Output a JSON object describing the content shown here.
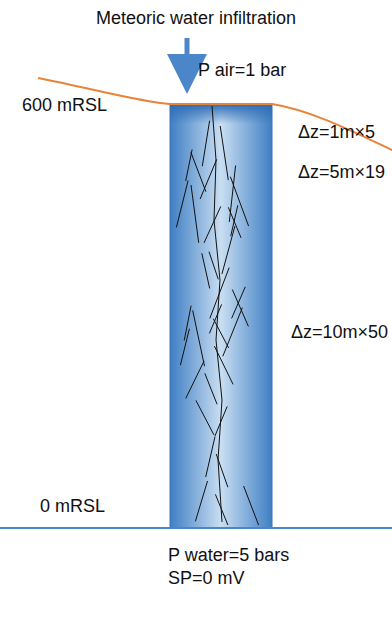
{
  "diagram": {
    "labels": [
      "Meteoric water infiltration",
      "P air=1 bar",
      "600 mRSL",
      "Δz=1m×5",
      "Δz=5m×19",
      "Δz=10m×50",
      "0 mRSL",
      "P water=5 bars",
      "SP=0 mV"
    ]
  }
}
